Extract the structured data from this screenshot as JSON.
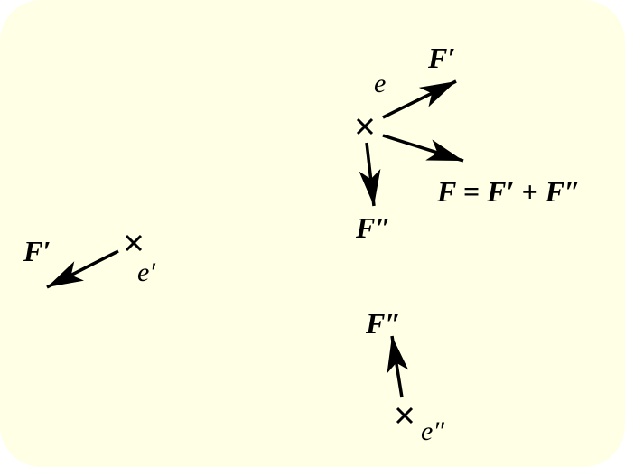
{
  "diagram": {
    "background_color": "#ffffe6",
    "ink_color": "#000000",
    "points": {
      "e": {
        "label": "e",
        "marker": "cross"
      },
      "e_prime": {
        "label": "e′",
        "marker": "cross"
      },
      "e_double_prime": {
        "label": "e″",
        "marker": "cross"
      }
    },
    "forces": {
      "f_prime_at_e": {
        "label": "F′"
      },
      "f_double_prime_at_e": {
        "label": "F″"
      },
      "f_sum": {
        "label": "F = F′ + F″"
      },
      "f_prime_at_e_prime": {
        "label": "F′"
      },
      "f_double_prime_at_e_double_prime": {
        "label": "F″"
      }
    }
  }
}
